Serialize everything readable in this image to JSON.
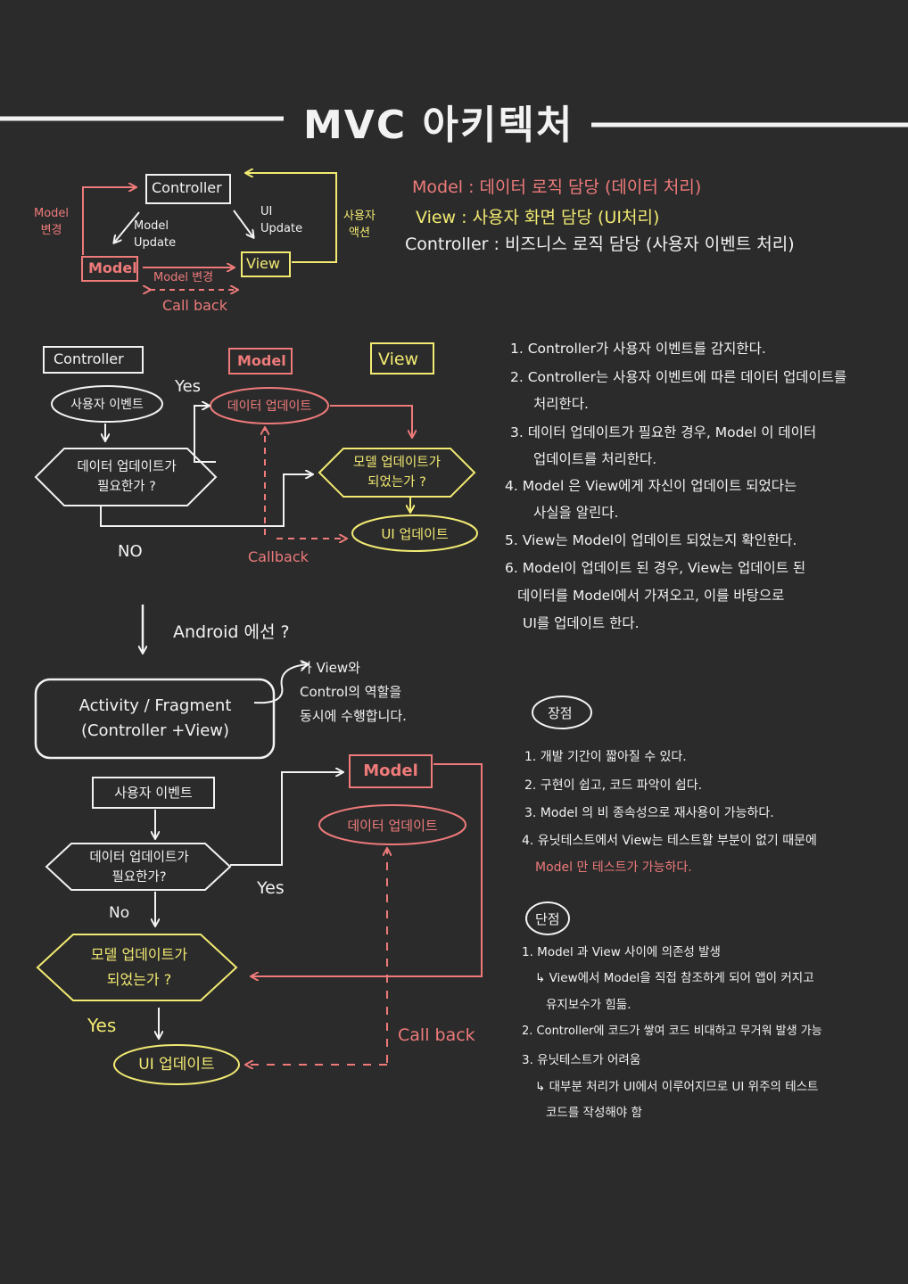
{
  "title": "MVC 아키텍처",
  "top_diagram": {
    "controller": "Controller",
    "model": "Model",
    "view": "View",
    "model_update": "Model\nUpdate",
    "ui_update": "UI\nUpdate",
    "model_change_left": "Model\n변경",
    "user_action": "사용자\n액션",
    "model_change_bottom": "Model 변경",
    "callback": "Call back"
  },
  "legend": [
    {
      "key": "Model",
      "text": ": 데이터 로직 담당 (데이터 처리)",
      "color": "#ee7a7a"
    },
    {
      "key": "View",
      "text": ": 사용자 화면 담당 (UI처리)",
      "color": "#f2ea72"
    },
    {
      "key": "Controller",
      "text": ": 비즈니스 로직 담당 (사용자 이벤트 처리)",
      "color": "#f2f2f2"
    }
  ],
  "flow1": {
    "controller": "Controller",
    "model": "Model",
    "view": "View",
    "user_event": "사용자 이벤트",
    "decision": "데이터 업데이트가\n필요한가 ?",
    "yes": "Yes",
    "no": "NO",
    "data_update": "데이터 업데이트",
    "model_decision": "모델 업데이트가\n되었는가 ?",
    "ui_update": "UI 업데이트",
    "callback": "Callback"
  },
  "steps": [
    "1. Controller가 사용자 이벤트를 감지한다.",
    "2. Controller는 사용자 이벤트에 따른 데이터 업데이트를",
    "처리한다.",
    "3. 데이터 업데이트가 필요한 경우, Model 이 데이터",
    "업데이트를 처리한다.",
    "4. Model 은 View에게 자신이 업데이트 되었다는",
    "사실을 알린다.",
    "5. View는 Model이 업데이트 되었는지 확인한다.",
    "6. Model이 업데이트 된 경우, View는 업데이트 된",
    "데이터를 Model에서 가져오고, 이를 바탕으로",
    "UI를 업데이트 한다."
  ],
  "android": {
    "question": "Android 에선 ?",
    "activity": "Activity / Fragment\n(Controller +View)",
    "note": "가 View와\nControl의 역할을\n동시에 수행합니다."
  },
  "flow2": {
    "user_event": "사용자 이벤트",
    "model": "Model",
    "data_update": "데이터 업데이트",
    "decision": "데이터 업데이트가\n필요한가?",
    "yes": "Yes",
    "no": "No",
    "model_decision": "모델 업데이트가\n되었는가 ?",
    "yes2": "Yes",
    "ui_update": "UI 업데이트",
    "callback": "Call back"
  },
  "pros": {
    "title": "장점",
    "items": [
      "1. 개발 기간이 짧아질 수 있다.",
      "2. 구현이 쉽고, 코드 파악이 쉽다.",
      "3. Model 의 비 종속성으로 재사용이 가능하다.",
      "4. 유닛테스트에서 View는 테스트할 부분이 없기 때문에",
      "Model 만 테스트가 가능하다."
    ]
  },
  "cons": {
    "title": "단점",
    "items": [
      "1. Model 과 View 사이에 의존성 발생",
      "↳ View에서 Model을 직접 참조하게 되어 앱이 커지고",
      "유지보수가 힘듦.",
      "2. Controller에 코드가 쌓여 코드 비대하고 무거워 발생 가능",
      "3. 유닛테스트가 어려움",
      "↳ 대부분 처리가 UI에서 이루어지므로 UI 위주의 테스트",
      "코드를 작성해야 함"
    ]
  },
  "colors": {
    "background": "#2b2b2b",
    "white": "#f2f2f2",
    "pink": "#ee7a7a",
    "yellow": "#f2ea72"
  }
}
